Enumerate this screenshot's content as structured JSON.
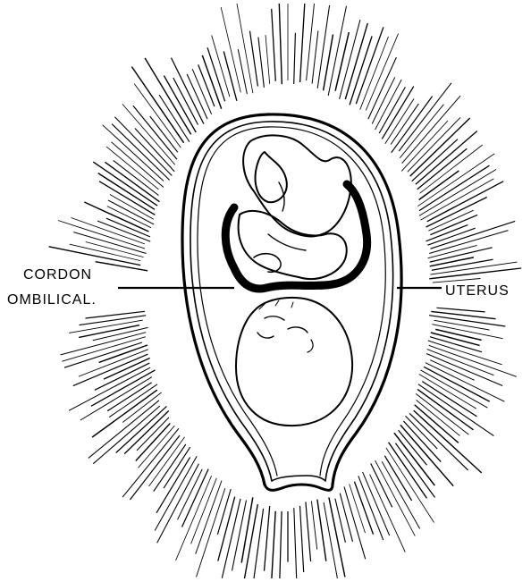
{
  "figure": {
    "labels": {
      "cordon_line1": "CORDON",
      "cordon_line2": "OMBILICAL.",
      "uterus": "UTERUS"
    }
  },
  "colors": {
    "ink": "#000000",
    "paper": "#ffffff"
  }
}
